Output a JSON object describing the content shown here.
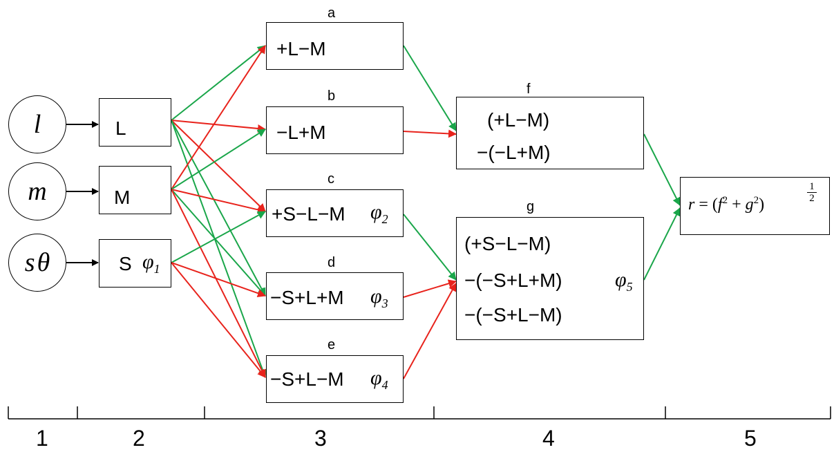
{
  "inputs": {
    "l": "l",
    "m": "m",
    "s": "s",
    "theta": "θ"
  },
  "cones": {
    "L": "L",
    "M": "M",
    "S": "S"
  },
  "phi": {
    "symbol": "φ",
    "p1": "1",
    "p2": "2",
    "p3": "3",
    "p4": "4",
    "p5": "5"
  },
  "stage3": {
    "a_label": "a",
    "a_text": "+L−M",
    "b_label": "b",
    "b_text": "−L+M",
    "c_label": "c",
    "c_text": "+S−L−M",
    "d_label": "d",
    "d_text": "−S+L+M",
    "e_label": "e",
    "e_text": "−S+L−M"
  },
  "stage4": {
    "f_label": "f",
    "f_line1": "(+L−M)",
    "f_line2": "−(−L+M)",
    "g_label": "g",
    "g_line1": "(+S−L−M)",
    "g_line2": "−(−S+L+M)",
    "g_line3": "−(−S+L−M)"
  },
  "output": {
    "r": "r",
    "eq": "=",
    "open": "(",
    "f": "f",
    "sq1": "2",
    "plus": "+",
    "g": "g",
    "sq2": "2",
    "close": ")",
    "frac_num": "1",
    "frac_den": "2"
  },
  "axis": {
    "labels": [
      "1",
      "2",
      "3",
      "4",
      "5"
    ]
  },
  "colors": {
    "excitatory": "#1aa64a",
    "inhibitory": "#e8231c",
    "neutral": "#000000"
  }
}
